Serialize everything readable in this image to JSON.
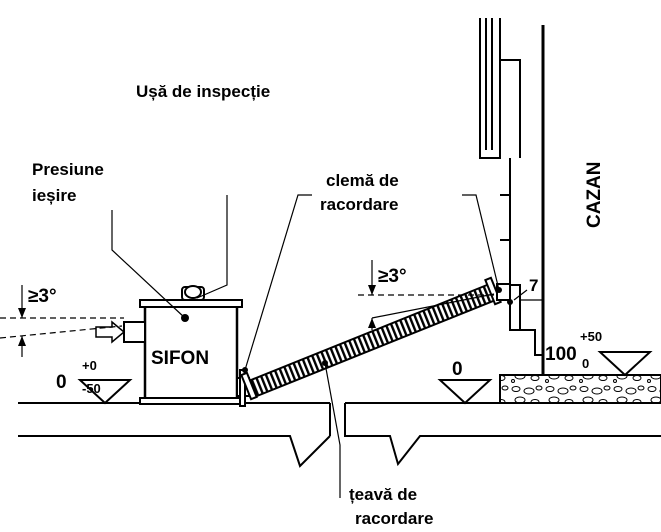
{
  "labels": {
    "inspection_door": "Ușă de inspecție",
    "outlet_pressure_line1": "Presiune",
    "outlet_pressure_line2": "ieșire",
    "clamp_line1": "clemă de",
    "clamp_line2": "racordare",
    "boiler": "CAZAN",
    "siphon": "SIFON",
    "pipe_line1": "țeavă de",
    "pipe_line2": "racordare",
    "item_number": "7"
  },
  "dimensions": {
    "angle_left": "≥3°",
    "angle_right": "≥3°",
    "level_siphon_value": "0",
    "level_siphon_tol_upper": "+0",
    "level_siphon_tol_lower": "-50",
    "level_floor_value": "0",
    "level_base_value": "100",
    "level_base_tol_upper": "+50",
    "level_base_tol_lower": "0"
  },
  "colors": {
    "line": "#000000",
    "background": "#ffffff"
  }
}
